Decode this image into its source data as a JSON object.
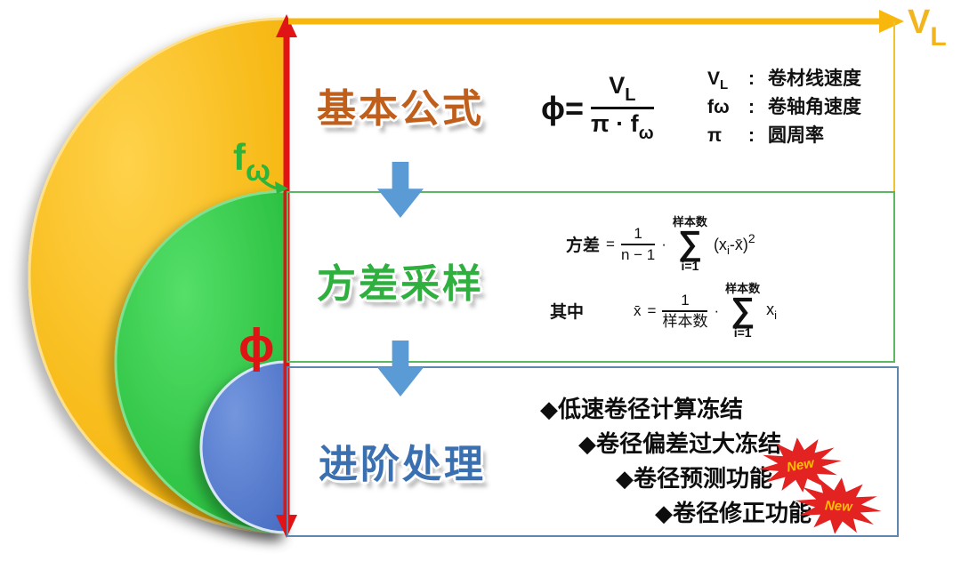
{
  "colors": {
    "circle_yellow": "#F5B70A",
    "circle_green": "#2ECC40",
    "circle_blue": "#5580D2",
    "diameter_arrow_red": "#E01414",
    "speed_arrow_gold": "#F7B70C",
    "block_arrow_blue": "#5B9BD5",
    "box1_border": "#EFC231",
    "box2_border": "#5CB860",
    "box3_border": "#5E87B0",
    "title_orange": "#C05E1C",
    "title_green": "#2FAF3E",
    "title_blue": "#3A6FB0",
    "star_red": "#E32222",
    "badge_text_gold": "#FFC000"
  },
  "axes": {
    "vl": {
      "base": "V",
      "sub": "L"
    },
    "fw": {
      "base": "f",
      "sub": "ω"
    },
    "phi": "ϕ"
  },
  "sections": {
    "basic": {
      "title": "基本公式",
      "formula": {
        "lhs": "ϕ=",
        "num_base": "V",
        "num_sub": "L",
        "den_base": "π · f",
        "den_sub": "ω"
      },
      "legend": [
        {
          "term": "V",
          "term_sub": "L",
          "sep": ":",
          "desc": "卷材线速度"
        },
        {
          "term": "fω",
          "term_sub": "",
          "sep": ":",
          "desc": "卷轴角速度"
        },
        {
          "term": "π",
          "term_sub": "",
          "sep": ":",
          "desc": "圆周率"
        }
      ]
    },
    "variance": {
      "title": "方差采样",
      "row1": {
        "label": "方差",
        "eq": "=",
        "num": "1",
        "den": "n − 1",
        "cdot": "·",
        "sum_top": "样本数",
        "sum_sym": "∑",
        "sum_bot": "i=1",
        "term_open": "(x",
        "term_sub": "i",
        "term_close": "-x̄)",
        "term_sup": "2"
      },
      "row2": {
        "label": "其中",
        "lhs": "x̄",
        "eq": "=",
        "num": "1",
        "den": "样本数",
        "cdot": "·",
        "sum_top": "样本数",
        "sum_sym": "∑",
        "sum_bot": "i=1",
        "term": "x",
        "term_sub": "i"
      }
    },
    "advanced": {
      "title": "进阶处理",
      "bullets": [
        "◆低速卷径计算冻结",
        "◆卷径偏差过大冻结",
        "◆卷径预测功能",
        "◆卷径修正功能"
      ],
      "badges": [
        "New",
        "New"
      ]
    }
  }
}
